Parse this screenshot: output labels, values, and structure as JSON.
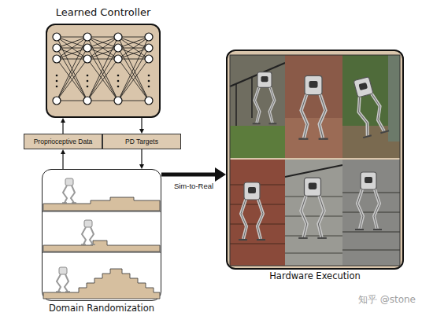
{
  "diagram": {
    "nodes": [
      {
        "text": [
          "Learned Controller"
        ]
      },
      {
        "text": [
          "Proprioceptive Data"
        ]
      },
      {
        "text": [
          "PD Targets"
        ]
      },
      {
        "text": [
          "Domain Randomization"
        ]
      },
      {
        "text": [
          "Hardware Execution"
        ]
      }
    ],
    "edges": [
      {
        "from": 1,
        "to": 0,
        "arrow": "to"
      },
      {
        "from": 0,
        "to": 2,
        "arrow": "to"
      },
      {
        "from": 2,
        "to": 3,
        "arrow": "to"
      },
      {
        "from": 3,
        "to": 1,
        "arrow": "to"
      },
      {
        "from": 3,
        "to": 4,
        "label": "Sim-to-Real",
        "arrow": "to"
      }
    ],
    "labels": [
      "知乎 @stone"
    ]
  }
}
